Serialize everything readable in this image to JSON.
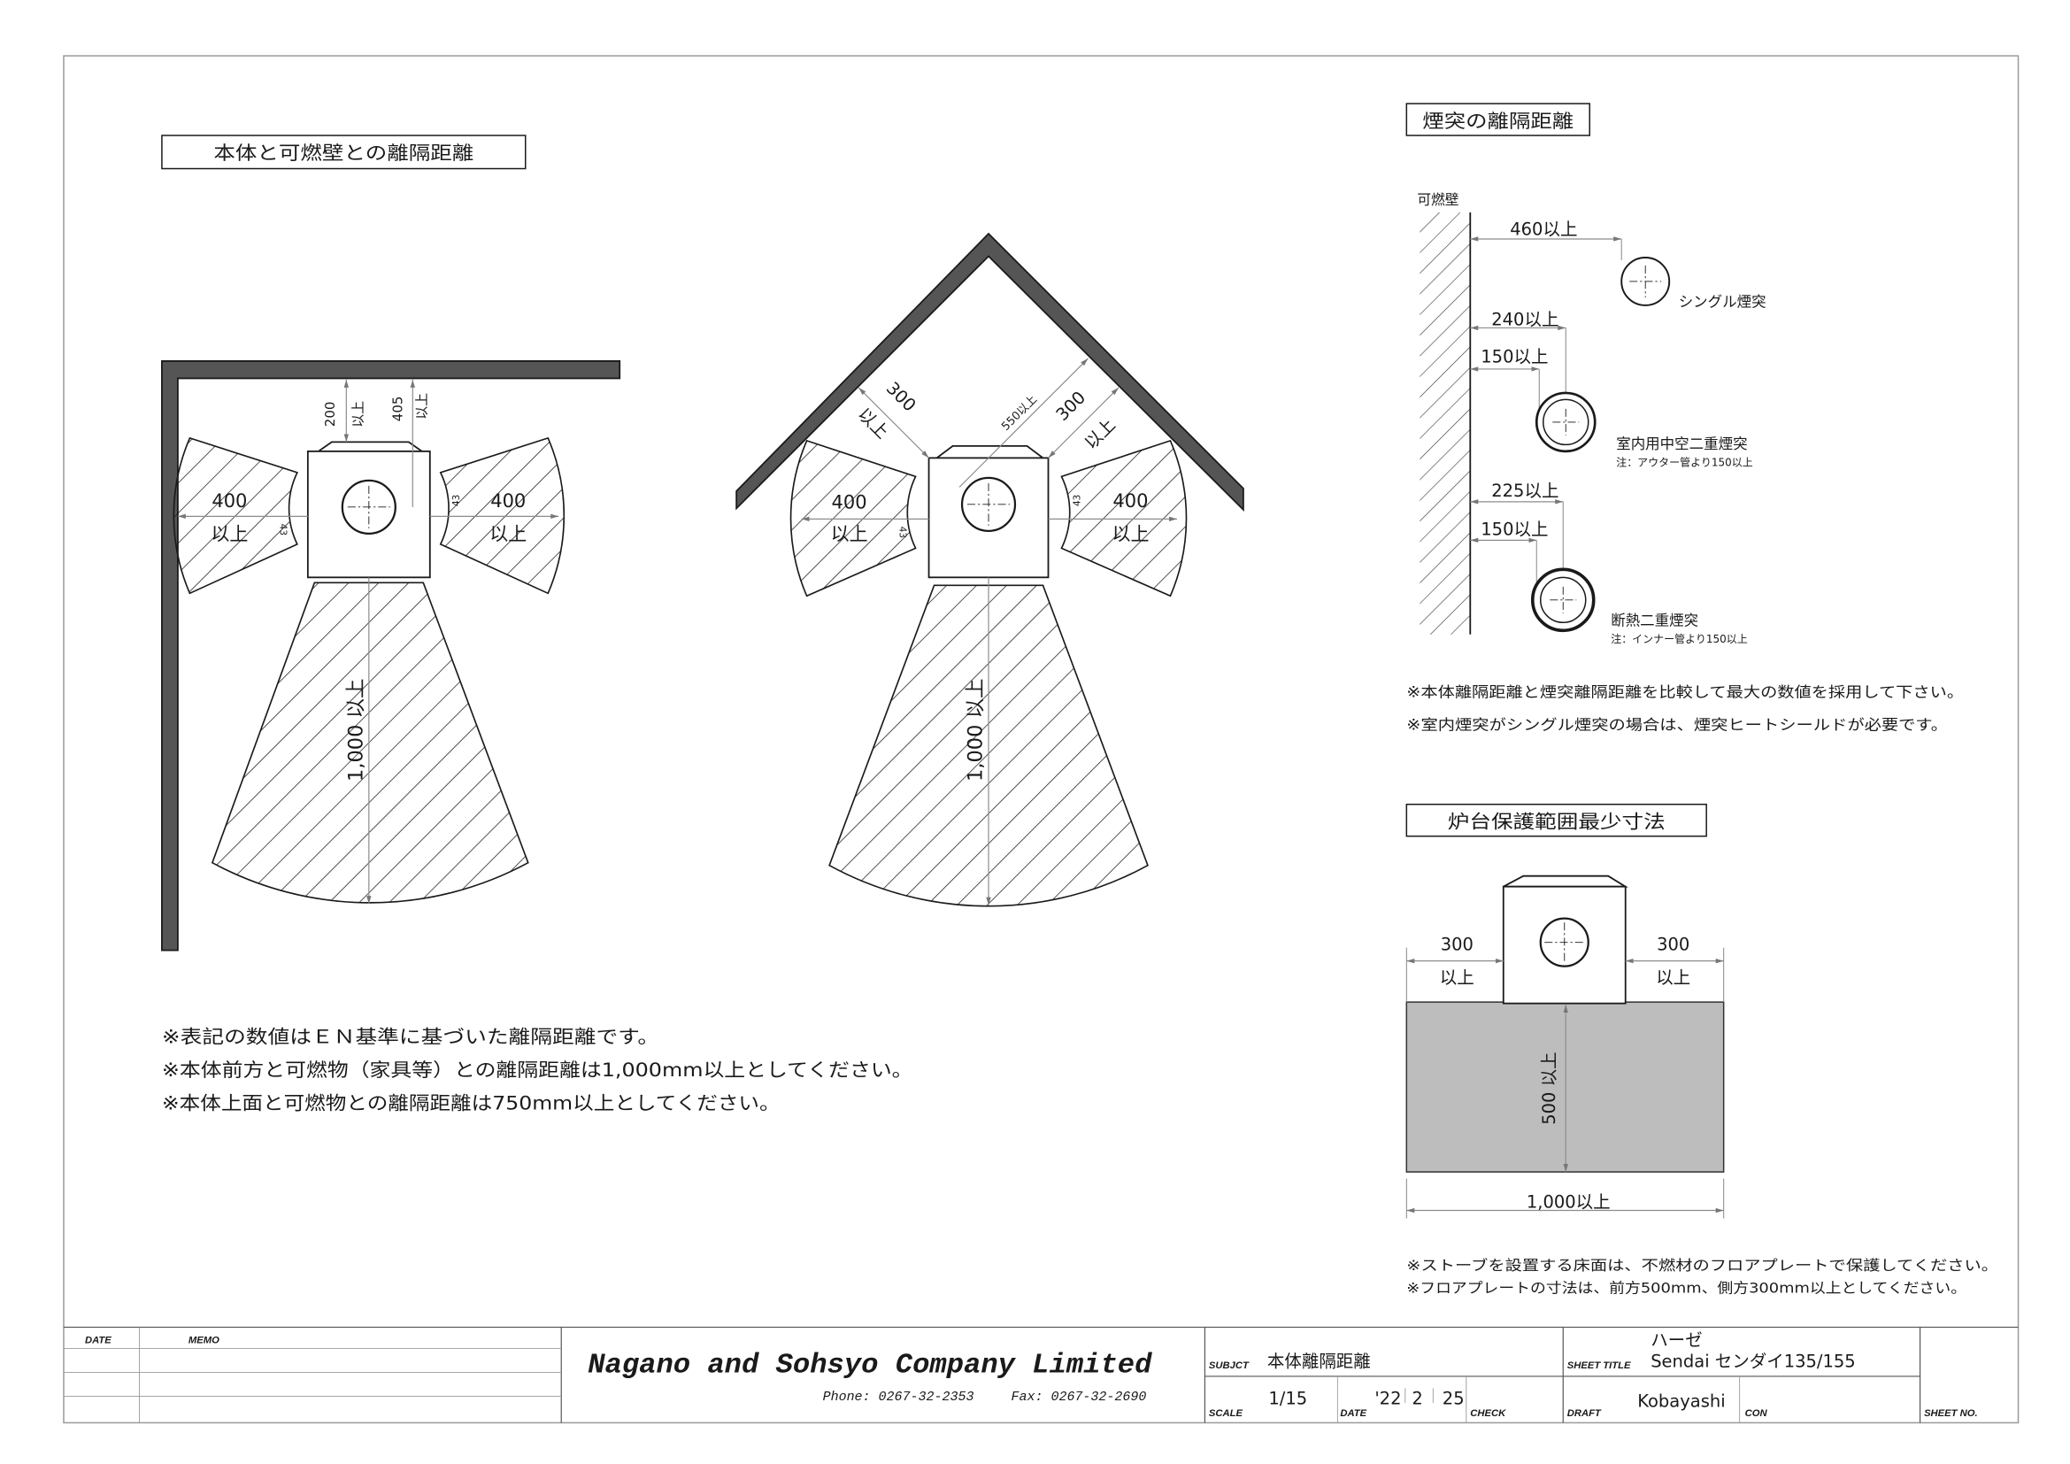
{
  "sections": {
    "wall_clearance": {
      "heading": "本体と可燃壁との離隔距離",
      "corner": {
        "top_a_value": "200",
        "top_a_unit": "以上",
        "top_b_value": "405",
        "top_b_unit": "以上",
        "left_value": "400",
        "left_unit": "以上",
        "left_angle": "43",
        "right_value": "400",
        "right_unit": "以上",
        "right_angle": "43",
        "front": "1,000 以上"
      },
      "angled": {
        "left_wall_value": "300",
        "left_wall_unit": "以上",
        "right_wall_value": "300",
        "right_wall_unit": "以上",
        "diagonal": "550以上",
        "left_value": "400",
        "left_unit": "以上",
        "left_angle": "43",
        "right_value": "400",
        "right_unit": "以上",
        "right_angle": "43",
        "front": "1,000 以上"
      },
      "notes": [
        "※表記の数値はＥＮ基準に基づいた離隔距離です。",
        "※本体前方と可燃物（家具等）との離隔距離は1,000mm以上としてください。",
        "※本体上面と可燃物との離隔距離は750mm以上としてください。"
      ]
    },
    "chimney_clearance": {
      "heading": "煙突の離隔距離",
      "wall_label": "可燃壁",
      "single": {
        "distance": "460以上",
        "label": "シングル煙突"
      },
      "indoor_double": {
        "outer_distance": "240以上",
        "inner_distance": "150以上",
        "label": "室内用中空二重煙突",
        "note": "注：アウター管より150以上"
      },
      "insulated_double": {
        "outer_distance": "225以上",
        "inner_distance": "150以上",
        "label": "断熱二重煙突",
        "note": "注：インナー管より150以上"
      },
      "notes": [
        "※本体離隔距離と煙突離隔距離を比較して最大の数値を採用して下さい。",
        "※室内煙突がシングル煙突の場合は、煙突ヒートシールドが必要です。"
      ]
    },
    "hearth": {
      "heading": "炉台保護範囲最少寸法",
      "left_value": "300",
      "left_unit": "以上",
      "right_value": "300",
      "right_unit": "以上",
      "front": "500 以上",
      "width": "1,000以上",
      "notes": [
        "※ストーブを設置する床面は、不燃材のフロアプレートで保護してください。",
        "※フロアプレートの寸法は、前方500mm、側方300mm以上としてください。"
      ]
    }
  },
  "title_block": {
    "date_label": "DATE",
    "memo_label": "MEMO",
    "company": "Nagano and Sohsyo Company Limited",
    "phone": "Phone: 0267-32-2353",
    "fax": "Fax: 0267-32-2690",
    "subject_label": "SUBJCT",
    "subject": "本体離隔距離",
    "scale_label": "SCALE",
    "scale": "1/15",
    "date_field_label": "DATE",
    "date_year": "'22",
    "date_month": "2",
    "date_day": "25",
    "check_label": "CHECK",
    "sheet_title_label": "SHEET TITLE",
    "sheet_title_line1": "ハーゼ",
    "sheet_title_line2": "Sendai センダイ135/155",
    "draft_label": "DRAFT",
    "draft": "Kobayashi",
    "con_label": "CON",
    "sheet_no_label": "SHEET NO."
  },
  "colors": {
    "wall": "#555555",
    "floor_plate": "#bdbdbd",
    "ink": "#1a1a1a",
    "dimension": "#8c8c8c"
  }
}
